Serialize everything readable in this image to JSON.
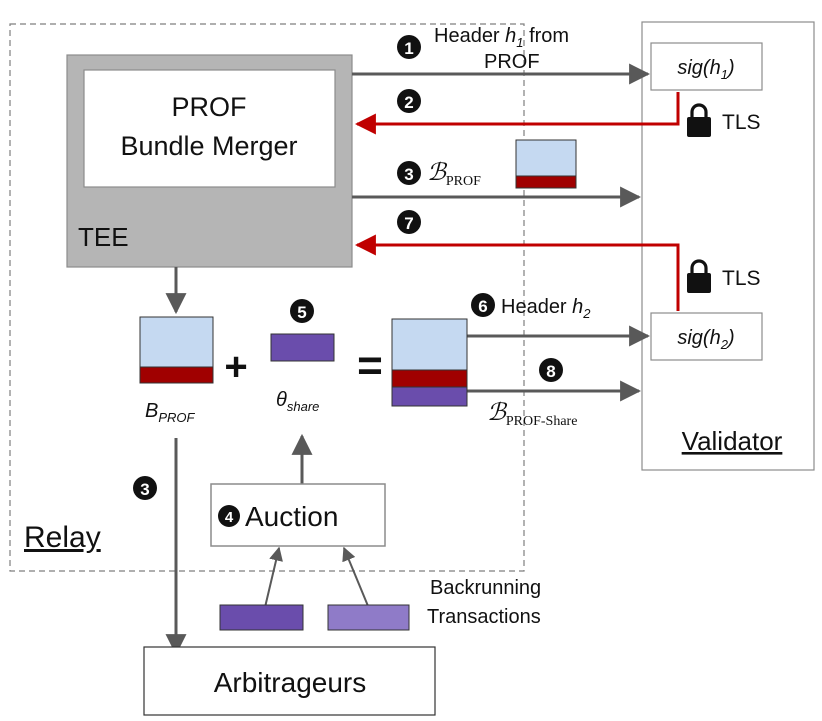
{
  "colors": {
    "light_block": "#c5d9f1",
    "dark_red": "#a00000",
    "purple": "#6a4dac",
    "light_purple": "#8f7bc8",
    "tee_gray": "#b5b5b5",
    "red_arrow": "#c00000",
    "gray_arrow": "#595959"
  },
  "tee": {
    "inner_line1": "PROF",
    "inner_line2": "Bundle Merger",
    "label": "TEE"
  },
  "relay_label": "Relay",
  "validator": {
    "label": "Validator",
    "sig1": {
      "base": "sig(h",
      "sub": "1",
      "end": ")"
    },
    "sig2": {
      "base": "sig(h",
      "sub": "2",
      "end": ")"
    },
    "tls1": "TLS",
    "tls2": "TLS"
  },
  "steps": {
    "s1": "1",
    "s2": "2",
    "s3a": "3",
    "s3b": "3",
    "s4": "4",
    "s5": "5",
    "s6": "6",
    "s7": "7",
    "s8": "8"
  },
  "messages": {
    "m1_line1_a": "Header ",
    "m1_line1_h": "h",
    "m1_line1_sub": "1",
    "m1_line1_b": " from",
    "m1_line2": "PROF",
    "m3_script": "ℬ",
    "m3_sub": "PROF",
    "m6_a": "Header ",
    "m6_h": "h",
    "m6_sub": "2",
    "m8_script": "ℬ",
    "m8_sub": "PROF-Share"
  },
  "blocks": {
    "b_prof_base": "B",
    "b_prof_sub": "PROF",
    "theta_base": "θ",
    "theta_sub": "share",
    "plus": "+",
    "equals": "="
  },
  "auction_label": "Auction",
  "backrunning_line1": "Backrunning",
  "backrunning_line2": "Transactions",
  "arbitrageurs_label": "Arbitrageurs"
}
